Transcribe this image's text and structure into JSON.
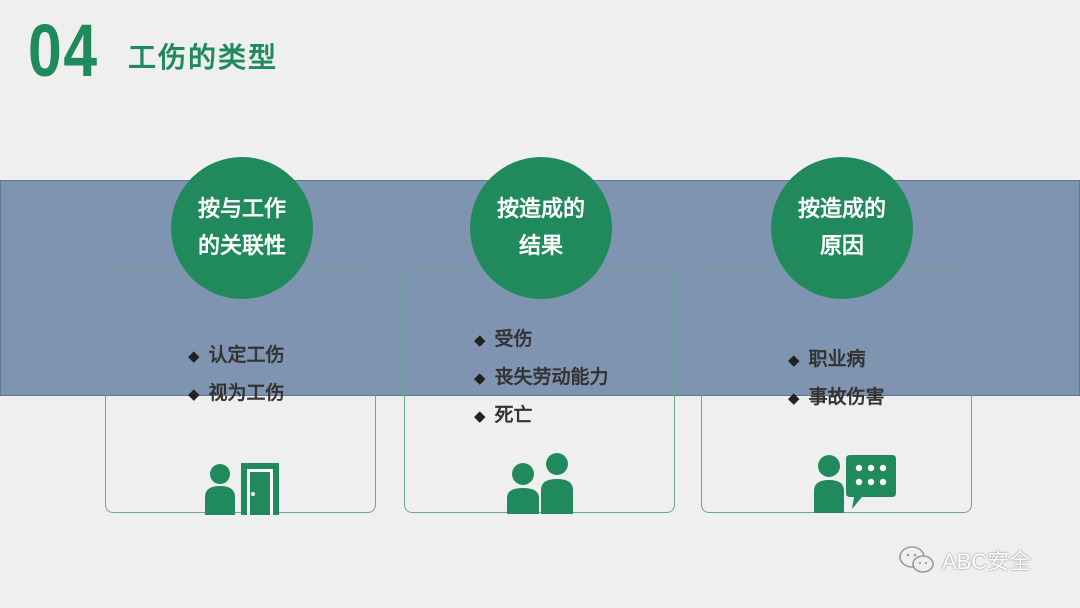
{
  "header": {
    "number": "04",
    "title": "工伤的类型"
  },
  "columns": [
    {
      "heading_line1": "按与工作",
      "heading_line2": "的关联性",
      "items": [
        "认定工伤",
        "视为工伤"
      ],
      "icon": "person-door-icon"
    },
    {
      "heading_line1": "按造成的",
      "heading_line2": "结果",
      "items": [
        "受伤",
        "丧失劳动能力",
        "死亡"
      ],
      "icon": "two-people-icon"
    },
    {
      "heading_line1": "按造成的",
      "heading_line2": "原因",
      "items": [
        "职业病",
        "事故伤害"
      ],
      "icon": "person-chat-icon"
    }
  ],
  "watermark": {
    "text": "ABC安全",
    "icon": "wechat-icon"
  },
  "colors": {
    "accent": "#218a5c",
    "band": "#7f94b1",
    "background": "#efefef"
  }
}
